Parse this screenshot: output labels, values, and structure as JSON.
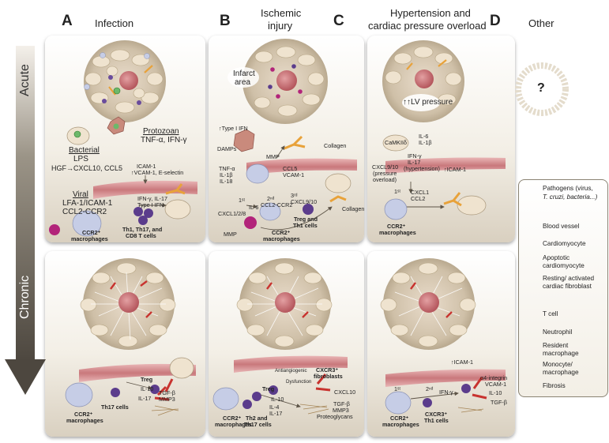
{
  "columns": {
    "A": {
      "letter": "A",
      "title": "Infection"
    },
    "B": {
      "letter": "B",
      "title_line1": "Ischemic",
      "title_line2": "injury"
    },
    "C": {
      "letter": "C",
      "title_line1": "Hypertension and",
      "title_line2": "cardiac pressure overload"
    },
    "D": {
      "letter": "D",
      "title": "Other"
    }
  },
  "phases": {
    "acute": "Acute",
    "chronic": "Chronic"
  },
  "unknown_mark": "?",
  "panelA_acute": {
    "bacterial_title": "Bacterial",
    "bacterial_lps": "LPS",
    "bacterial_hgf": "HGF→CXCL10, CCL5",
    "protozoan_title": "Protozoan",
    "protozoan_cytokines": "TNF-α, IFN-γ",
    "icam": "ICAM-1",
    "vcam": "↑VCAM-1, E-selectin",
    "viral_title": "Viral",
    "viral_1": "LFA-1/ICAM-1",
    "viral_2": "CCL2-CCR2",
    "ifn_1": "IFN-γ, IL-17",
    "ifn_2": "Type I IFN",
    "ccr2_1": "CCR2⁺",
    "ccr2_2": "macrophages",
    "th_1": "Th1, Th17, and",
    "th_2": "CD8 T cells"
  },
  "panelB_acute": {
    "infarct_1": "Infarct",
    "infarct_2": "area",
    "type1ifn": "↑Type I IFN",
    "damps": "DAMPs",
    "mmp_top": "MMP",
    "collagen_top": "Collagen",
    "tnf": "TNF-α",
    "il1b": "IL-1β",
    "il18": "IL-18",
    "ccl5": "CCL5",
    "vcam": "VCAM-1",
    "first": "1ˢᵗ",
    "second": "2ⁿᵈ",
    "third": "3ʳᵈ",
    "il6": "IL-6",
    "cxcl128": "CXCL1/2/8",
    "ccl2ccr2": "CCL2-CCR2",
    "cxcl910": "CXCL9/10",
    "treg_1": "Treg and",
    "treg_2": "Th1 cells",
    "collagen_bottom": "Collagen",
    "mmp_bottom": "MMP",
    "ccr2_1": "CCR2⁺",
    "ccr2_2": "macrophages"
  },
  "panelC_acute": {
    "lv": "↑↑LV pressure",
    "camk": "CaMKIIδ",
    "il6": "IL-6",
    "il1b": "IL-1β",
    "cxcl910_1": "CXCL9/10",
    "cxcl910_2": "(pressure",
    "cxcl910_3": "overload)",
    "ifn_1": "IFN-γ",
    "ifn_2": "IL-17",
    "ifn_3": "(hypertension)",
    "icam": "↑ICAM-1",
    "first": "1ˢᵗ",
    "cxcl1": "CXCL1",
    "ccl2": "CCL2",
    "ccr2_1": "CCR2⁺",
    "ccr2_2": "macrophages"
  },
  "panelA_chronic": {
    "treg": "Treg",
    "il10": "IL-10",
    "il17": "IL-17",
    "tgfb": "TGF-β",
    "mmp3": "MMP3",
    "ccr2_1": "CCR2⁺",
    "ccr2_2": "macrophages",
    "th17": "Th17 cells"
  },
  "panelB_chronic": {
    "antiangiogenic": "Antiangiogenic",
    "dysfunction": "Dysfunction",
    "cxcr3_1": "CXCR3⁺",
    "cxcr3_2": "fibroblasts",
    "treg": "Treg",
    "il10": "IL-10",
    "il4": "IL-4",
    "il17": "IL-17",
    "cxcl10": "CXCL10",
    "tgfb": "TGF-β",
    "mmp3": "MMP3",
    "proteoglycans": "Proteoglycans",
    "ccr2_1": "CCR2⁺",
    "ccr2_2": "macrophages",
    "th2_1": "Th2 and",
    "th2_2": "Th17 cells"
  },
  "panelC_chronic": {
    "icam": "↑ICAM-1",
    "a4_1": "α4-integrin",
    "a4_2": "VCAM-1",
    "first": "1ˢᵗ",
    "second": "2ⁿᵈ",
    "ifn": "IFN-γ",
    "il10": "IL-10",
    "tgfb": "TGF-β",
    "ccr2_1": "CCR2⁺",
    "ccr2_2": "macrophages",
    "cxcr3_1": "CXCR3⁺",
    "cxcr3_2": "Th1 cells"
  },
  "legend": [
    {
      "icon": "pathogen-icon",
      "text_1": "Pathogens (virus,",
      "text_2": "T. cruzi, bacteria...)"
    },
    {
      "icon": "blood-vessel-icon",
      "text_1": "Blood vessel",
      "text_2": ""
    },
    {
      "icon": "cardiomyocyte-icon",
      "text_1": "Cardiomyocyte",
      "text_2": ""
    },
    {
      "icon": "apoptotic-cardiomyocyte-icon",
      "text_1": "Apoptotic",
      "text_2": "cardiomyocyte"
    },
    {
      "icon": "fibroblast-icon",
      "text_1": "Resting/ activated",
      "text_2": "cardiac fibroblast"
    },
    {
      "icon": "t-cell-icon",
      "text_1": "T cell",
      "text_2": ""
    },
    {
      "icon": "neutrophil-icon",
      "text_1": "Neutrophil",
      "text_2": ""
    },
    {
      "icon": "resident-macrophage-icon",
      "text_1": "Resident",
      "text_2": "macrophage"
    },
    {
      "icon": "monocyte-icon",
      "text_1": "Monocyte/",
      "text_2": "macrophage"
    },
    {
      "icon": "fibrosis-icon",
      "text_1": "Fibrosis",
      "text_2": ""
    }
  ],
  "colors": {
    "cardiomyocyte": "#efe3cf",
    "vessel": "#c9787c",
    "t_cell": "#5b3c8c",
    "neutrophil": "#b2247a",
    "macrophage": "#c6cde6",
    "fibroblast": "#e8a23a",
    "arrow": "#5e5548"
  }
}
